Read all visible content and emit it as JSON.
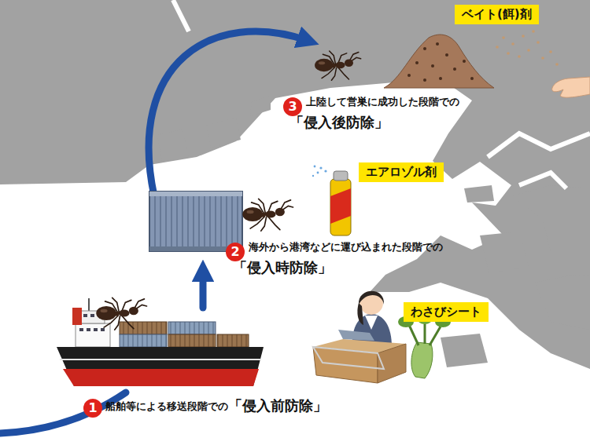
{
  "diagram": {
    "nodes": [
      {
        "text": [
          "ベイト(餌)剤"
        ]
      },
      {
        "text": [
          "3"
        ]
      },
      {
        "text": [
          "エアロゾル剤"
        ]
      },
      {
        "text": [
          "2"
        ]
      },
      {
        "text": [
          "わさびシート"
        ]
      },
      {
        "text": [
          "1"
        ]
      }
    ],
    "labels": [
      "上陸して営巣に成功した段階での",
      "「侵入後防除」",
      "海外から港湾などに運び込まれた段階での",
      "「侵入時防除」",
      "船舶等による移送段階での",
      "「侵入前防除」"
    ]
  }
}
